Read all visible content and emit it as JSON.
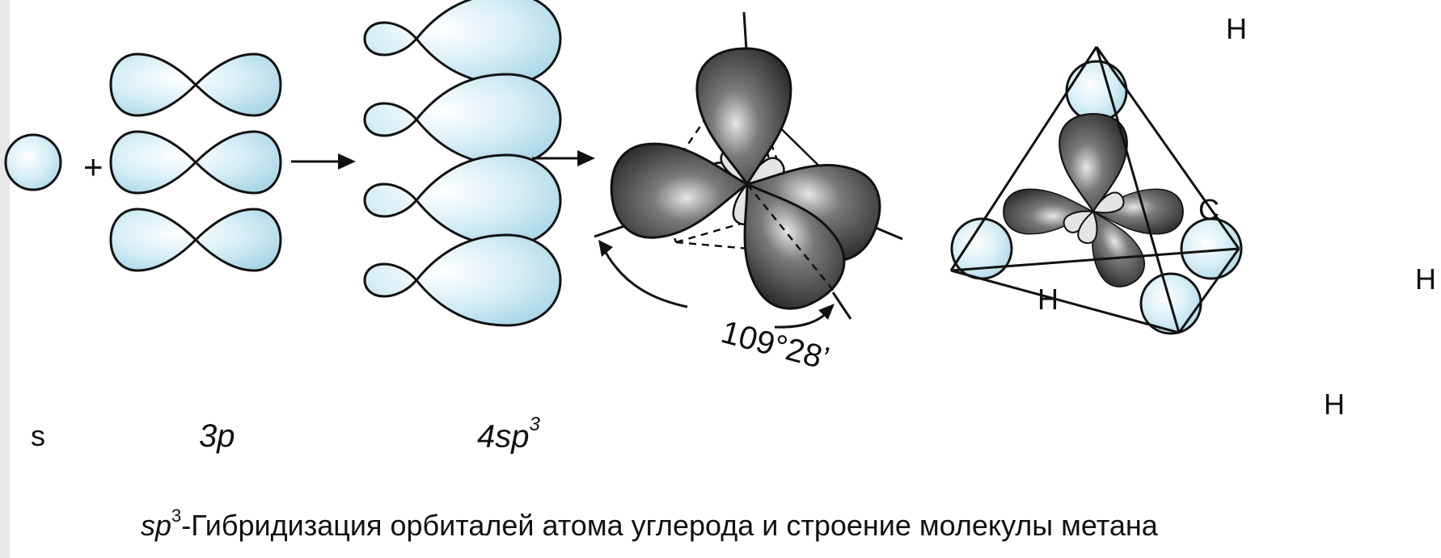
{
  "labels": {
    "s": "s",
    "p3": "3p",
    "sp3_base": "4sp",
    "sp3_sup": "3",
    "plus": "+",
    "angle": "109°28’",
    "carbon": "C",
    "hydrogen": [
      "H",
      "H",
      "H",
      "H"
    ]
  },
  "caption": {
    "prefix": "sp",
    "sup": "3",
    "text": "-Гибридизация орбиталей атома углерода и строение молекулы метана"
  },
  "colors": {
    "orbital_blue": "#cfeaf3",
    "orbital_blue_light": "#eef8fb",
    "hybrid_dark": "#3a3a3a",
    "hybrid_light": "#d8d8d8",
    "line": "#111111"
  }
}
